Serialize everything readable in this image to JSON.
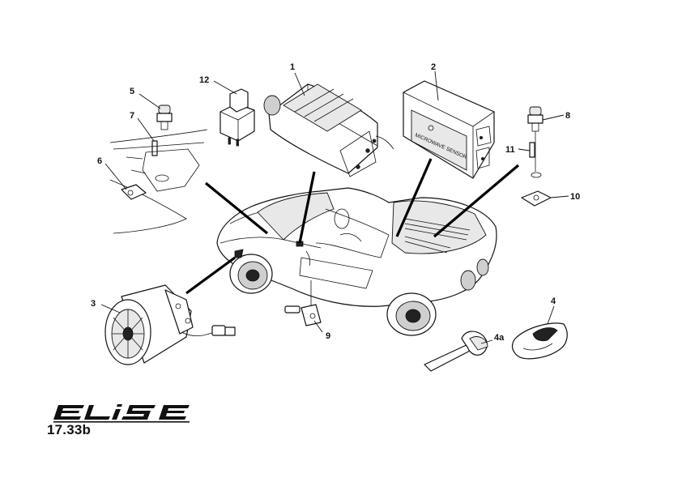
{
  "figure": {
    "ref_code": "17.33b",
    "logo_text": "ELISE",
    "module_text": "MICROWAVE SENSOR"
  },
  "callouts": {
    "c1": "1",
    "c2": "2",
    "c3": "3",
    "c4": "4",
    "c4a": "4a",
    "c5": "5",
    "c6": "6",
    "c7": "7",
    "c8": "8",
    "c9": "9",
    "c10": "10",
    "c11": "11",
    "c12": "12"
  }
}
